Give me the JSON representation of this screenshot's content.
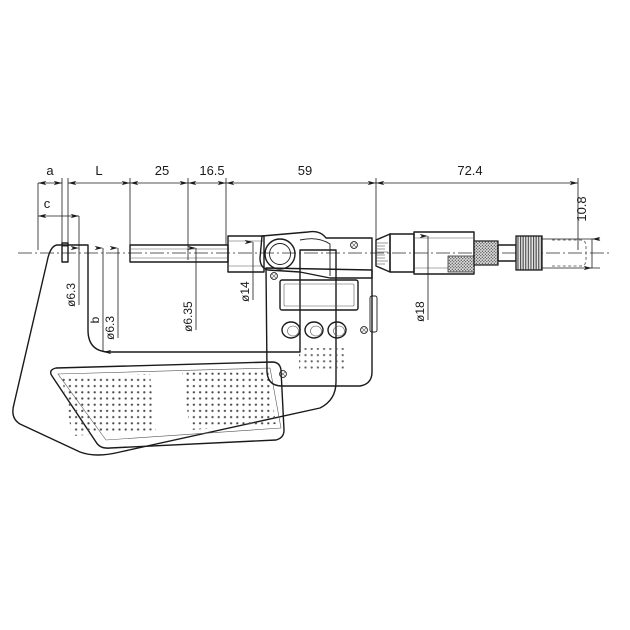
{
  "drawing": {
    "title": "Digital Micrometer Dimensioned Technical Drawing",
    "subject": "digital-micrometer",
    "view": "side-elevation",
    "units": "mm",
    "background_color": "#ffffff",
    "line_color": "#1a1a1a",
    "fill_light": "#f2f2f2",
    "fill_mid": "#e3e3e3",
    "fill_dark": "#cfcfcf"
  },
  "horizontal_dimensions": {
    "chain_label": "overall-length-chain",
    "items": [
      {
        "label": "a",
        "kind": "symbolic"
      },
      {
        "label": "L",
        "kind": "symbolic"
      },
      {
        "label": "25",
        "kind": "numeric"
      },
      {
        "label": "16.5",
        "kind": "numeric"
      },
      {
        "label": "59",
        "kind": "numeric"
      },
      {
        "label": "72.4",
        "kind": "numeric"
      }
    ]
  },
  "secondary_dimensions": {
    "items": [
      {
        "label": "c",
        "kind": "symbolic",
        "orientation": "horizontal"
      },
      {
        "label": "10.8",
        "kind": "numeric",
        "orientation": "vertical"
      }
    ]
  },
  "diameter_dimensions": {
    "items": [
      {
        "label": "ø6.3",
        "kind": "diameter",
        "orientation": "vertical"
      },
      {
        "label": "b",
        "kind": "symbolic",
        "orientation": "vertical"
      },
      {
        "label": "ø6.3",
        "kind": "diameter",
        "orientation": "vertical"
      },
      {
        "label": "ø6.35",
        "kind": "diameter",
        "orientation": "vertical"
      },
      {
        "label": "ø14",
        "kind": "diameter",
        "orientation": "vertical"
      },
      {
        "label": "ø18",
        "kind": "diameter",
        "orientation": "vertical"
      }
    ]
  },
  "components": {
    "frame": "micrometer-frame",
    "anvil": "anvil",
    "spindle": "spindle",
    "display_unit": "digital-display-unit",
    "lcd": "lcd-screen",
    "buttons": [
      "button-origin",
      "button-zero",
      "button-hold"
    ],
    "speaker_grille": "speaker-grille",
    "sleeve": "sleeve-with-graduations",
    "thimble": "thimble",
    "ratchet": "ratchet-stop",
    "heat_pads": [
      "heat-insulating-pad-left",
      "heat-insulating-pad-right"
    ],
    "phantom_outline": "ratchet-extended-phantom"
  }
}
